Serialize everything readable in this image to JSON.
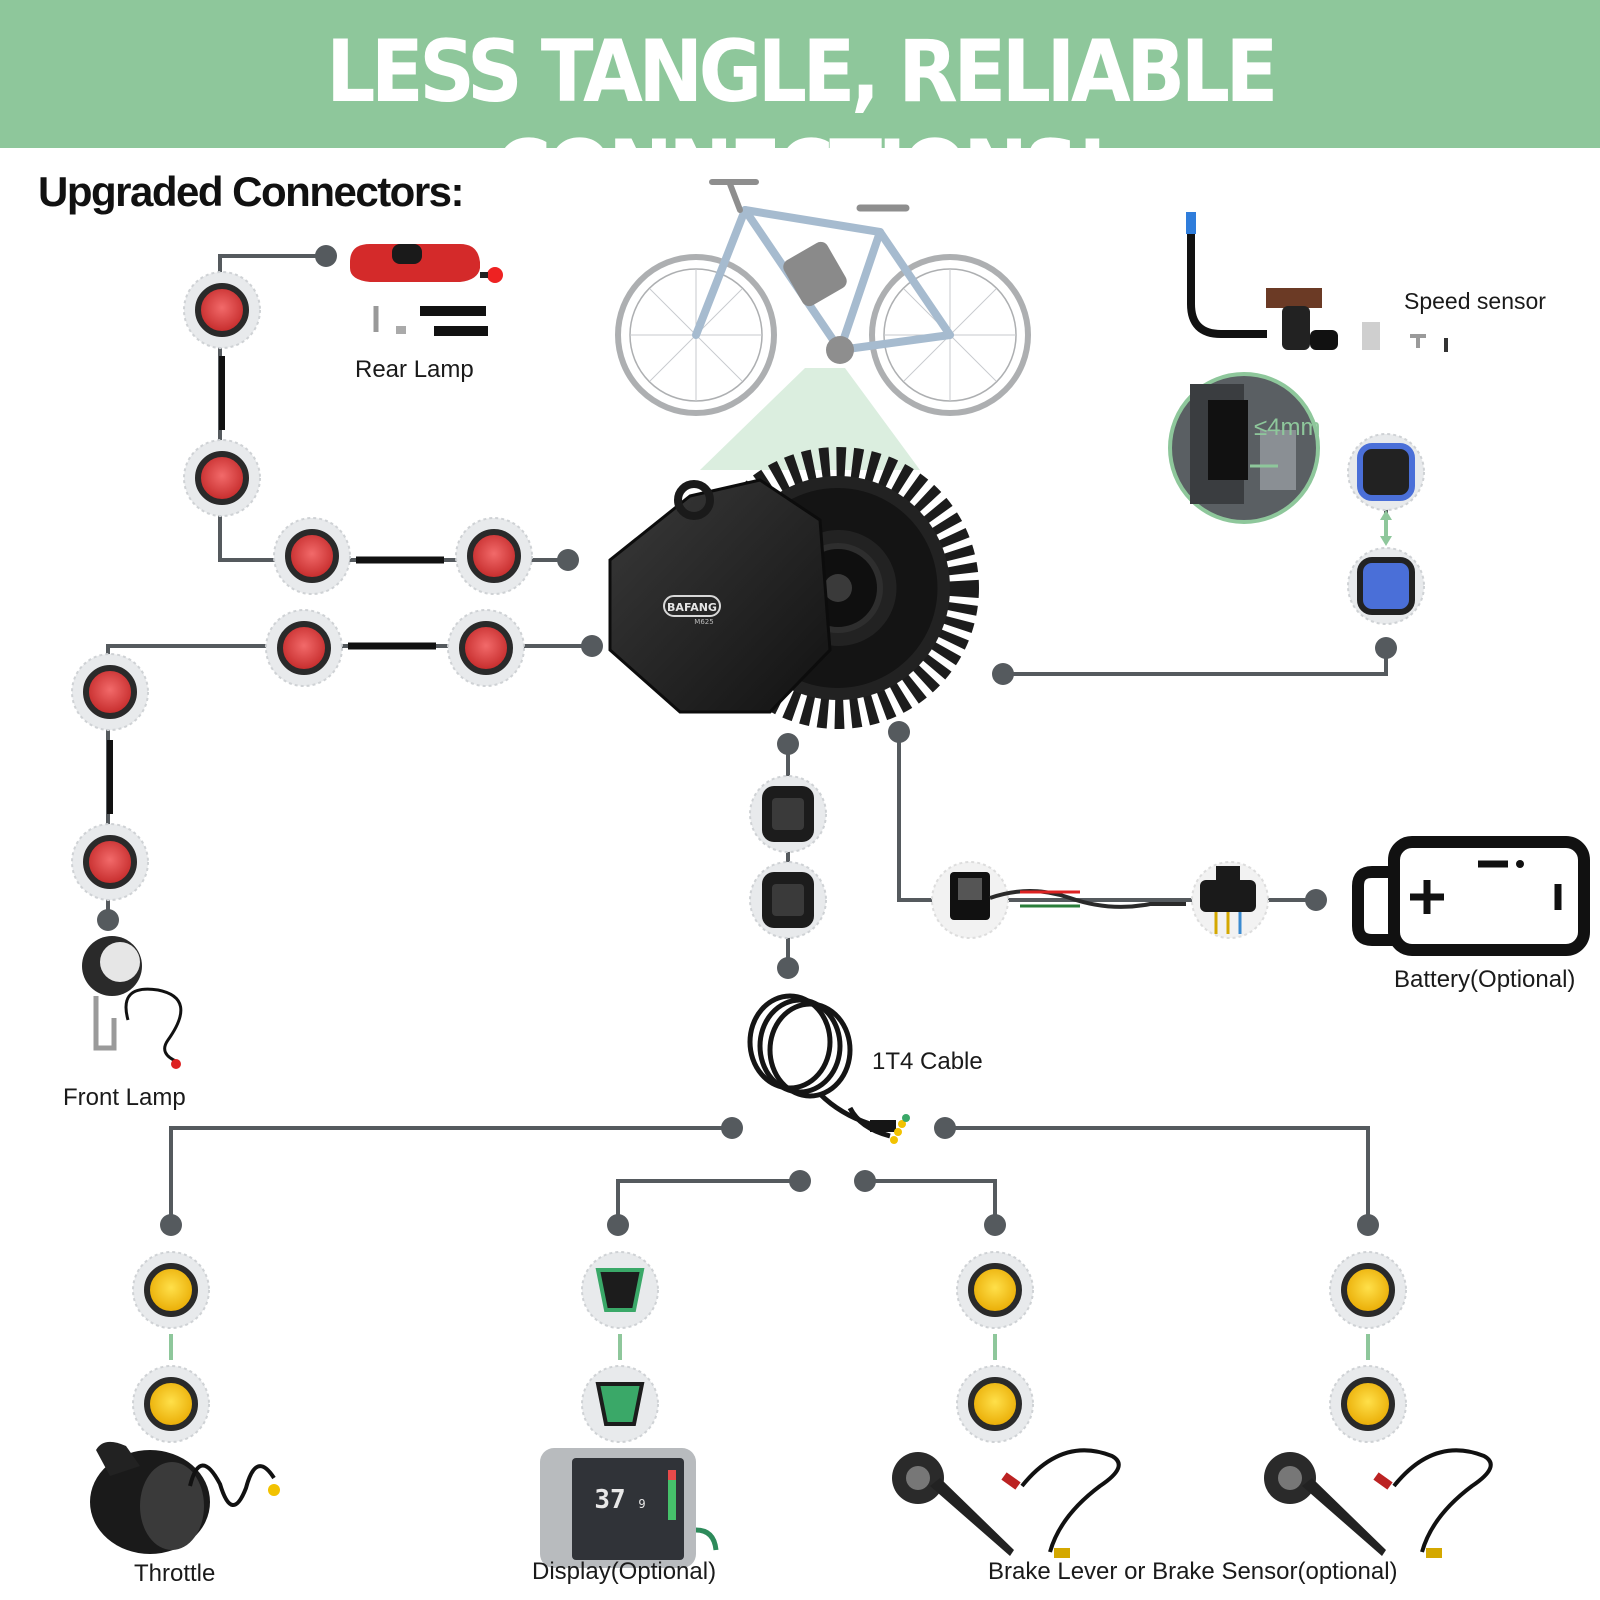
{
  "banner": {
    "title": "LESS TANGLE, RELIABLE CONNECTIONS!"
  },
  "subtitle": "Upgraded Connectors:",
  "components": {
    "rear_lamp": "Rear Lamp",
    "front_lamp": "Front Lamp",
    "speed_sensor": "Speed sensor",
    "gap_note": "≤4mm",
    "battery": "Battery(Optional)",
    "cable": "1T4 Cable",
    "throttle": "Throttle",
    "display": "Display(Optional)",
    "brake": "Brake Lever or Brake Sensor(optional)"
  },
  "motor_brand": {
    "name": "BAFANG",
    "model": "M625"
  },
  "display_screen": {
    "speed": "37",
    "decimal": "9"
  },
  "colors": {
    "banner": "#8ec79b",
    "line": "#555a5e",
    "lamp_connector": "#e84a4a",
    "sensor_connector": "#4a6fd8",
    "accessory_connector": "#f2c200",
    "display_connector": "#3aa868",
    "arrow": "#8ec79b"
  }
}
